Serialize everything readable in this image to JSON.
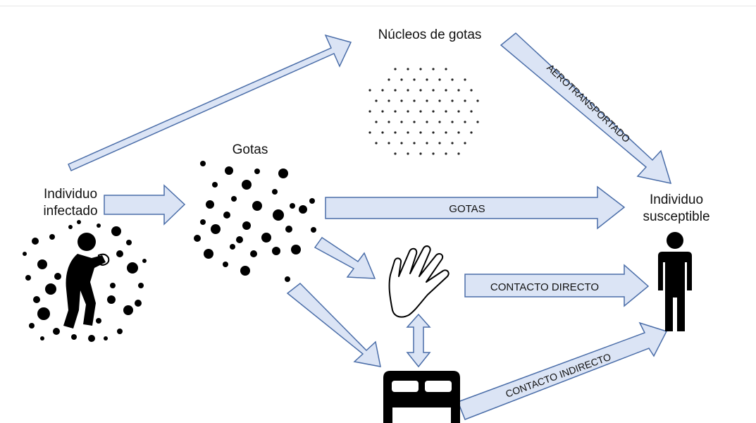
{
  "nodes": {
    "infected": {
      "line1": "Individuo",
      "line2": "infectado"
    },
    "droplets": "Gotas",
    "nuclei": "Núcleos de gotas",
    "susceptible": {
      "line1": "Individuo",
      "line2": "susceptible"
    }
  },
  "routes": {
    "airborne": "AEROTRANSPORTADO",
    "droplets": "GOTAS",
    "direct_contact": "CONTACTO DIRECTO",
    "indirect_contact": "CONTACTO INDIRECTO"
  },
  "icons": [
    "infected-person-icon",
    "droplets-icon",
    "droplet-nuclei-icon",
    "hand-icon",
    "bed-icon",
    "person-icon"
  ],
  "colors": {
    "arrow_fill": "#dbe4f5",
    "arrow_stroke": "#4a6da8",
    "ink": "#111111"
  }
}
